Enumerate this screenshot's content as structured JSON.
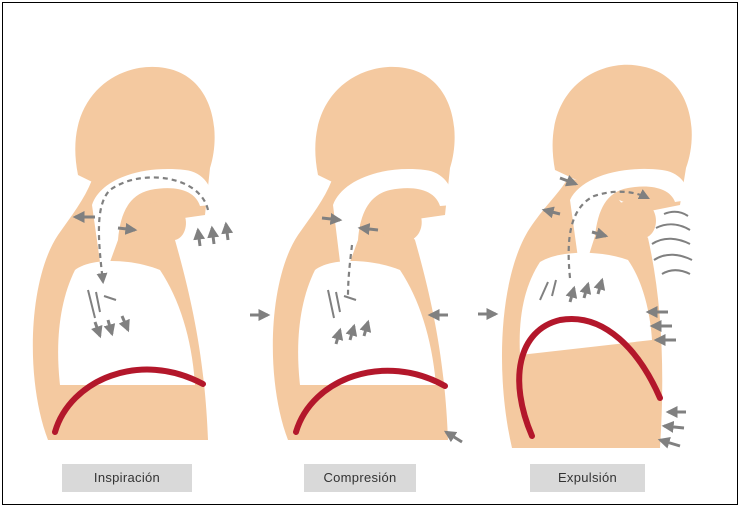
{
  "panels": [
    {
      "label": "Inspiración"
    },
    {
      "label": "Compresión"
    },
    {
      "label": "Expulsión"
    }
  ],
  "colors": {
    "body": "#f4c9a0",
    "cavity": "#ffffff",
    "diaphragm": "#b3172b",
    "arrow": "#808080",
    "label_bg": "#d9d9d9",
    "label_text": "#333333"
  }
}
